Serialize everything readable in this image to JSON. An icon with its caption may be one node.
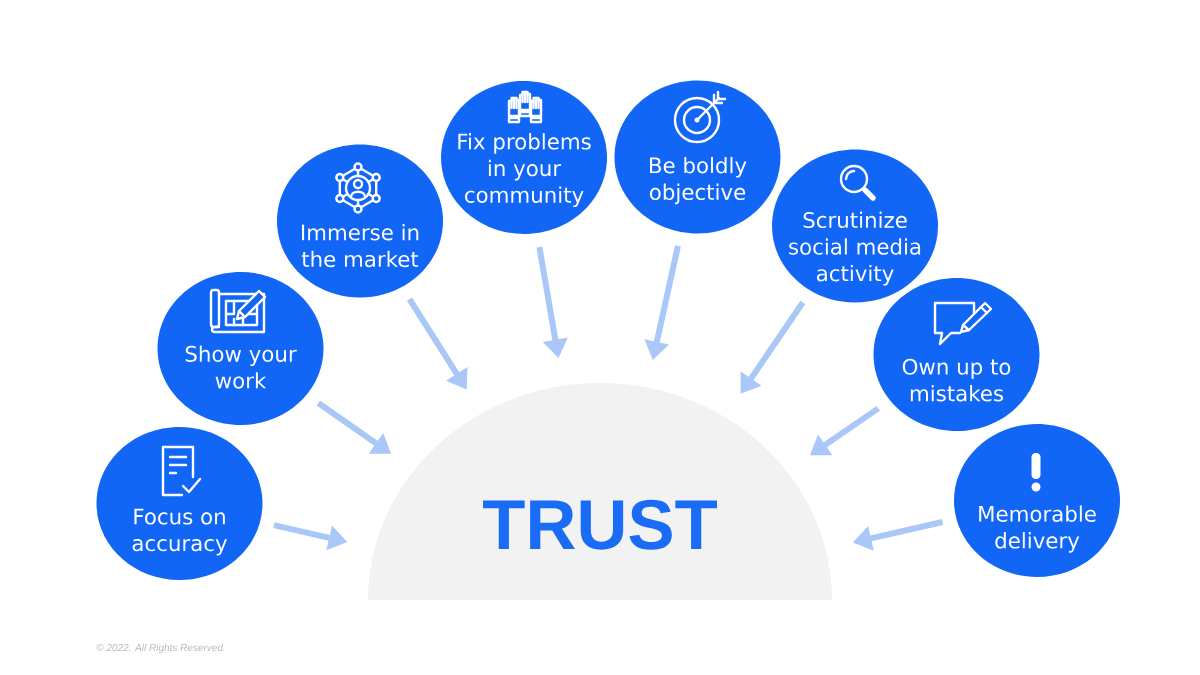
{
  "diagram": {
    "nodes": [
      {
        "text": [
          "Focus on accuracy"
        ]
      },
      {
        "text": [
          "Show your work"
        ]
      },
      {
        "text": [
          "Immerse in the market"
        ]
      },
      {
        "text": [
          "Fix problems in your community"
        ]
      },
      {
        "text": [
          "Be boldly objective"
        ]
      },
      {
        "text": [
          "Scrutinize social media activity"
        ]
      },
      {
        "text": [
          "Own up to mistakes"
        ]
      },
      {
        "text": [
          "Memorable delivery"
        ]
      },
      {
        "text": [
          "TRUST"
        ]
      }
    ],
    "edges": [
      {
        "from": 0,
        "to": 8,
        "arrow": "to"
      },
      {
        "from": 1,
        "to": 8,
        "arrow": "to"
      },
      {
        "from": 2,
        "to": 8,
        "arrow": "to"
      },
      {
        "from": 3,
        "to": 8,
        "arrow": "to"
      },
      {
        "from": 4,
        "to": 8,
        "arrow": "to"
      },
      {
        "from": 5,
        "to": 8,
        "arrow": "to"
      },
      {
        "from": 6,
        "to": 8,
        "arrow": "to"
      },
      {
        "from": 7,
        "to": 8,
        "arrow": "to"
      }
    ],
    "labels": [
      "© 2022. All Rights Reserved."
    ]
  }
}
